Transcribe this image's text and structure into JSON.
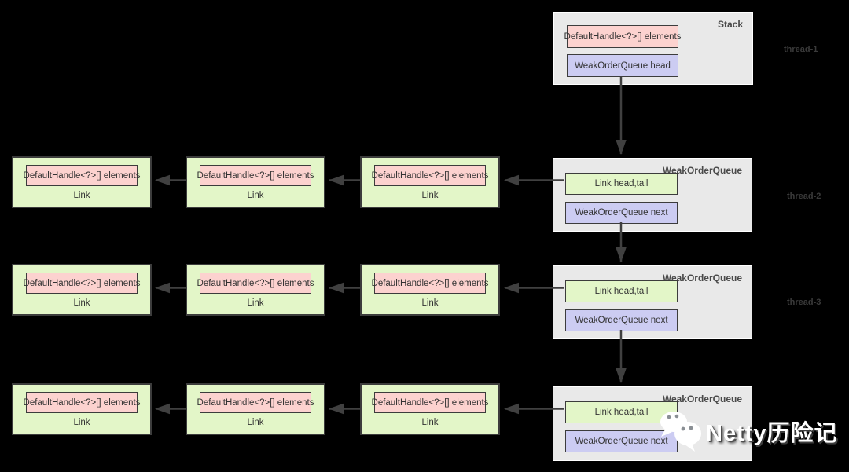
{
  "colors": {
    "canvas_bg": "#000000",
    "panel_bg": "#e9e9e9",
    "panel_border": "#ffffff",
    "pink_bg": "#fcd2cf",
    "purple_bg": "#ccccf2",
    "green_bg": "#e3f6c8",
    "box_border": "#3c3c3c",
    "arrow": "#404040",
    "text": "#333333",
    "title_text": "#4a4a4a",
    "thread_text": "#3a3a3a",
    "watermark_text": "#ffffff"
  },
  "labels": {
    "default_handle": "DefaultHandle<?>[] elements",
    "link": "Link"
  },
  "stack": {
    "title": "Stack",
    "head_label": "WeakOrderQueue head"
  },
  "woq": {
    "title": "WeakOrderQueue",
    "link_head_tail": "Link head,tail",
    "next_label": "WeakOrderQueue next"
  },
  "threads": [
    {
      "label": "thread-1"
    },
    {
      "label": "thread-2"
    },
    {
      "label": "thread-3"
    }
  ],
  "watermark": {
    "icon": "wechat-logo",
    "text": "Netty历险记"
  }
}
